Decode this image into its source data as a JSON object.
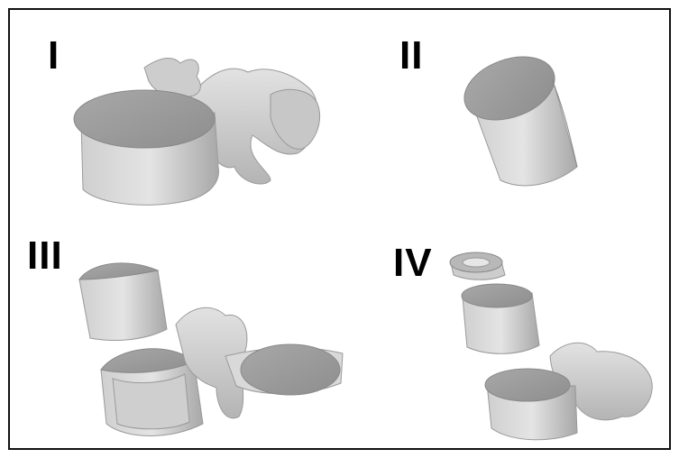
{
  "panels": [
    {
      "id": "I",
      "label": "I"
    },
    {
      "id": "II",
      "label": "II"
    },
    {
      "id": "III",
      "label": "III"
    },
    {
      "id": "IV",
      "label": "IV"
    }
  ],
  "colors": {
    "background": "#ffffff",
    "border": "#111111",
    "label": "#000000",
    "bone_light": "#d6d6d6",
    "bone_mid": "#b8b8b8",
    "bone_dark": "#8c8c8c",
    "bone_top": "#9a9a9a"
  }
}
